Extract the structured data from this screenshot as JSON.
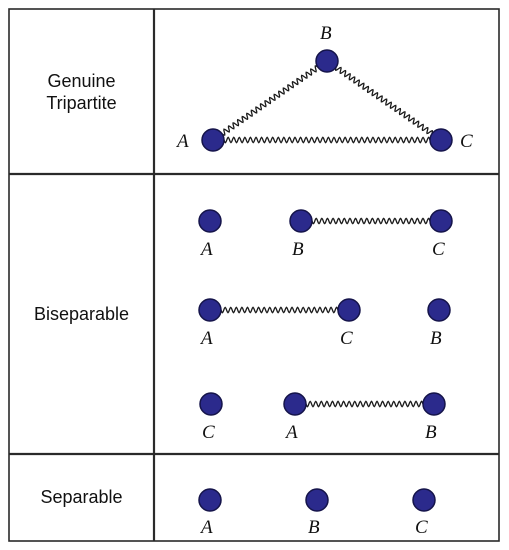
{
  "rows": [
    {
      "label": "Genuine\nTripartite"
    },
    {
      "label": "Biseparable"
    },
    {
      "label": "Separable"
    }
  ],
  "node_labels": {
    "genuine": {
      "a": "A",
      "b": "B",
      "c": "C"
    },
    "bisep1": {
      "n1": "A",
      "n2": "B",
      "n3": "C"
    },
    "bisep2": {
      "n1": "A",
      "n2": "C",
      "n3": "B"
    },
    "bisep3": {
      "n1": "C",
      "n2": "A",
      "n3": "B"
    },
    "separable": {
      "n1": "A",
      "n2": "B",
      "n3": "C"
    }
  },
  "colors": {
    "node_fill": "#2b2a8c",
    "node_stroke": "#15144a",
    "line": "#1a1a1a",
    "grid": "#2a2a2a"
  }
}
